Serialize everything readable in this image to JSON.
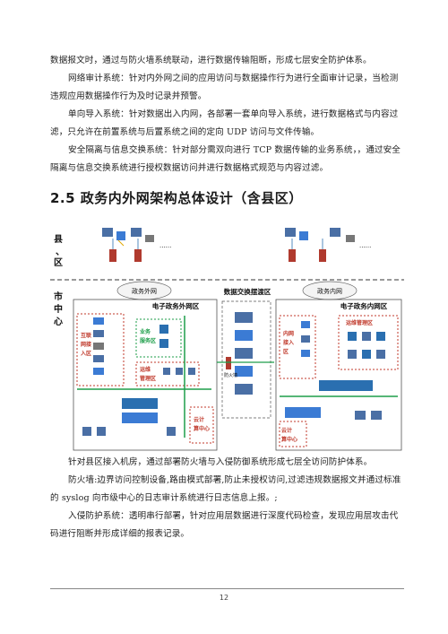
{
  "paragraphs_top": [
    "数据报文时，通过与防火墙系统联动，进行数据传输阻断，形成七层安全防护体系。",
    "网络审计系统：针对内外网之间的应用访问与数据操作行为进行全面审计记录，当检测违规应用数据操作行为及时记录并预警。",
    "单向导入系统：针对数据出入内网，各部署一套单向导入系统，进行数据格式与内容过滤，只允许在前置系统与后置系统之间的定向 UDP 访问与文件传输。",
    "安全隔离与信息交换系统：针对部分需双向进行 TCP 数据传输的业务系统，，通过安全隔离与信息交换系统进行授权数据访问并进行数据格式规范与内容过滤。"
  ],
  "section_title": "2.5 政务内外网架构总体设计（含县区）",
  "diagram": {
    "county_label": "县、区",
    "city_label": "市中心",
    "gov_external_net": "政务外网",
    "gov_internal_net": "政务内网",
    "data_exchange_zone": "数据交换摆渡区",
    "external_area": "电子政务外网区",
    "internal_area": "电子政务内网区",
    "internet_access": "互联网接入区",
    "business_zone": "业务服务区",
    "ops_zone": "运维管理区",
    "cloud_center": "云计算中心",
    "internal_access": "内网接入区",
    "ops_zone_internal": "运维管理区",
    "cloud_center_internal": "云计算中心",
    "firewall_label": "防火墙",
    "ellipsis": "......"
  },
  "paragraphs_bottom": [
    "针对县区接入机房，通过部署防火墙与入侵防御系统形成七层全访问防护体系。",
    "防火墙:边界访问控制设备,路由模式部署,防止未授权访问,过滤违规数据报文并通过标准的 syslog 向市级中心的日志审计系统进行日志信息上报。;",
    "入侵防护系统：透明串行部署，针对应用层数据进行深度代码检查，发现应用层攻击代码进行阻断并形成详细的报表记录。"
  ],
  "page_number": "12",
  "colors": {
    "accent_red": "#c0392b",
    "accent_green": "#1e9e4a",
    "accent_blue": "#2a6fb0"
  }
}
